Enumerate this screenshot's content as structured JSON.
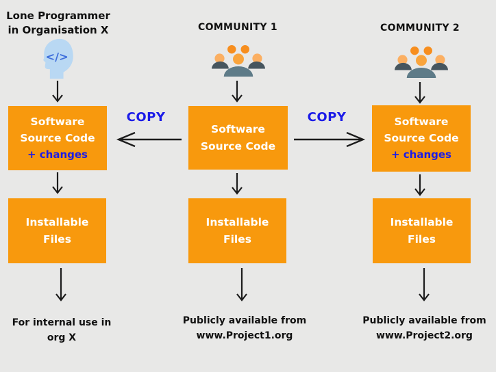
{
  "colors": {
    "background": "#E8E8E7",
    "box_orange": "#F8990D",
    "accent_blue": "#1B1BE8",
    "arrow_black": "#1C1C1C",
    "heading_text": "#111111",
    "box_text": "#FFFFFF",
    "icon_head_blue": "#B9D8F3",
    "icon_code_blue": "#3E6EDB",
    "community_orange_dark": "#F78E1E",
    "community_orange_light": "#FBAF62",
    "community_orange_mid": "#F9A43C",
    "community_slate_dark": "#46555E",
    "community_slate_light": "#5E7B88"
  },
  "columns": [
    {
      "header": "Lone Programmer\nin Organisation X",
      "icon": "programmer-head-icon",
      "source_box": {
        "title": "Software\nSource Code",
        "changes": "+ changes"
      },
      "install_box": "Installable\nFiles",
      "outcome": "For internal use in\norg X"
    },
    {
      "header": "COMMUNITY 1",
      "icon": "community-icon",
      "source_box": {
        "title": "Software\nSource Code"
      },
      "install_box": "Installable\nFiles",
      "outcome": "Publicly available from\nwww.Project1.org"
    },
    {
      "header": "COMMUNITY 2",
      "icon": "community-icon",
      "source_box": {
        "title": "Software\nSource Code",
        "changes": "+ changes"
      },
      "install_box": "Installable\nFiles",
      "outcome": "Publicly available from\nwww.Project2.org"
    }
  ],
  "copy": {
    "left": "COPY",
    "right": "COPY"
  }
}
